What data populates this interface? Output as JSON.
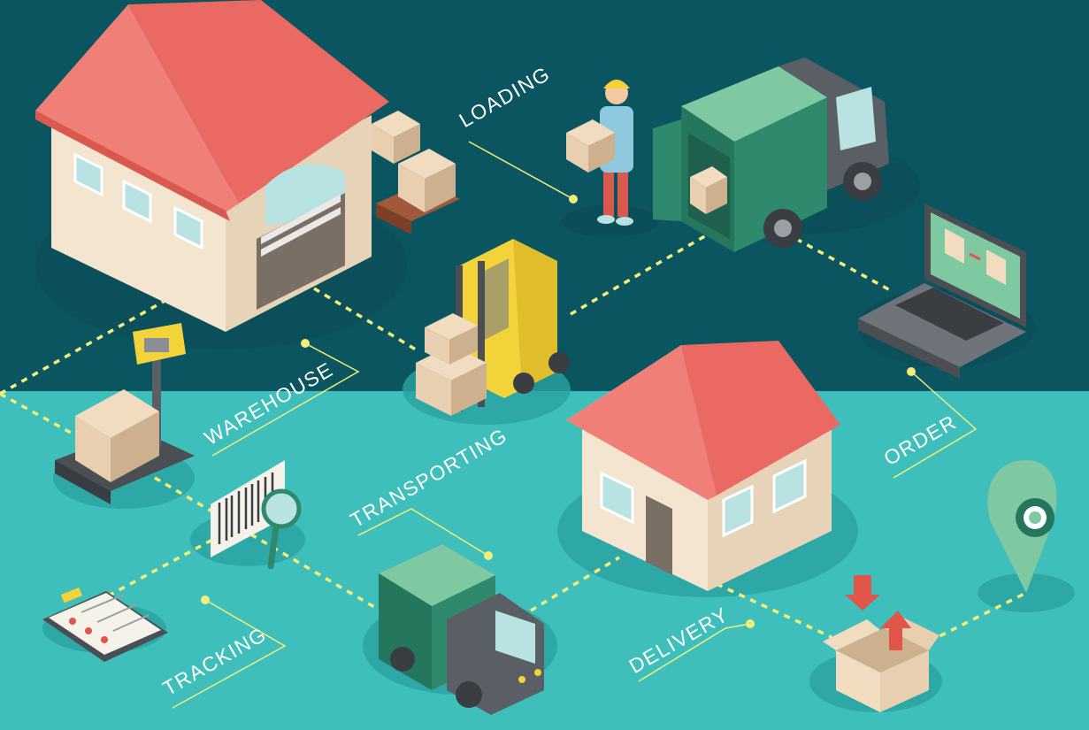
{
  "labels": {
    "loading": "LOADING",
    "warehouse": "WAREHOUSE",
    "transporting": "TRANSPORTING",
    "order": "ORDER",
    "tracking": "TRACKING",
    "delivery": "DELIVERY"
  },
  "colors": {
    "top_background": "#0a5560",
    "bottom_background": "#3fbfbc",
    "dotted_line": "#f3ee7a",
    "roof": "#f07f78",
    "wall": "#f3e5cf",
    "box": "#e8cfb0",
    "truck_green": "#2f8a6d",
    "truck_cab": "#5a5f66",
    "forklift": "#f2d33a",
    "pin": "#7fc9a2"
  }
}
